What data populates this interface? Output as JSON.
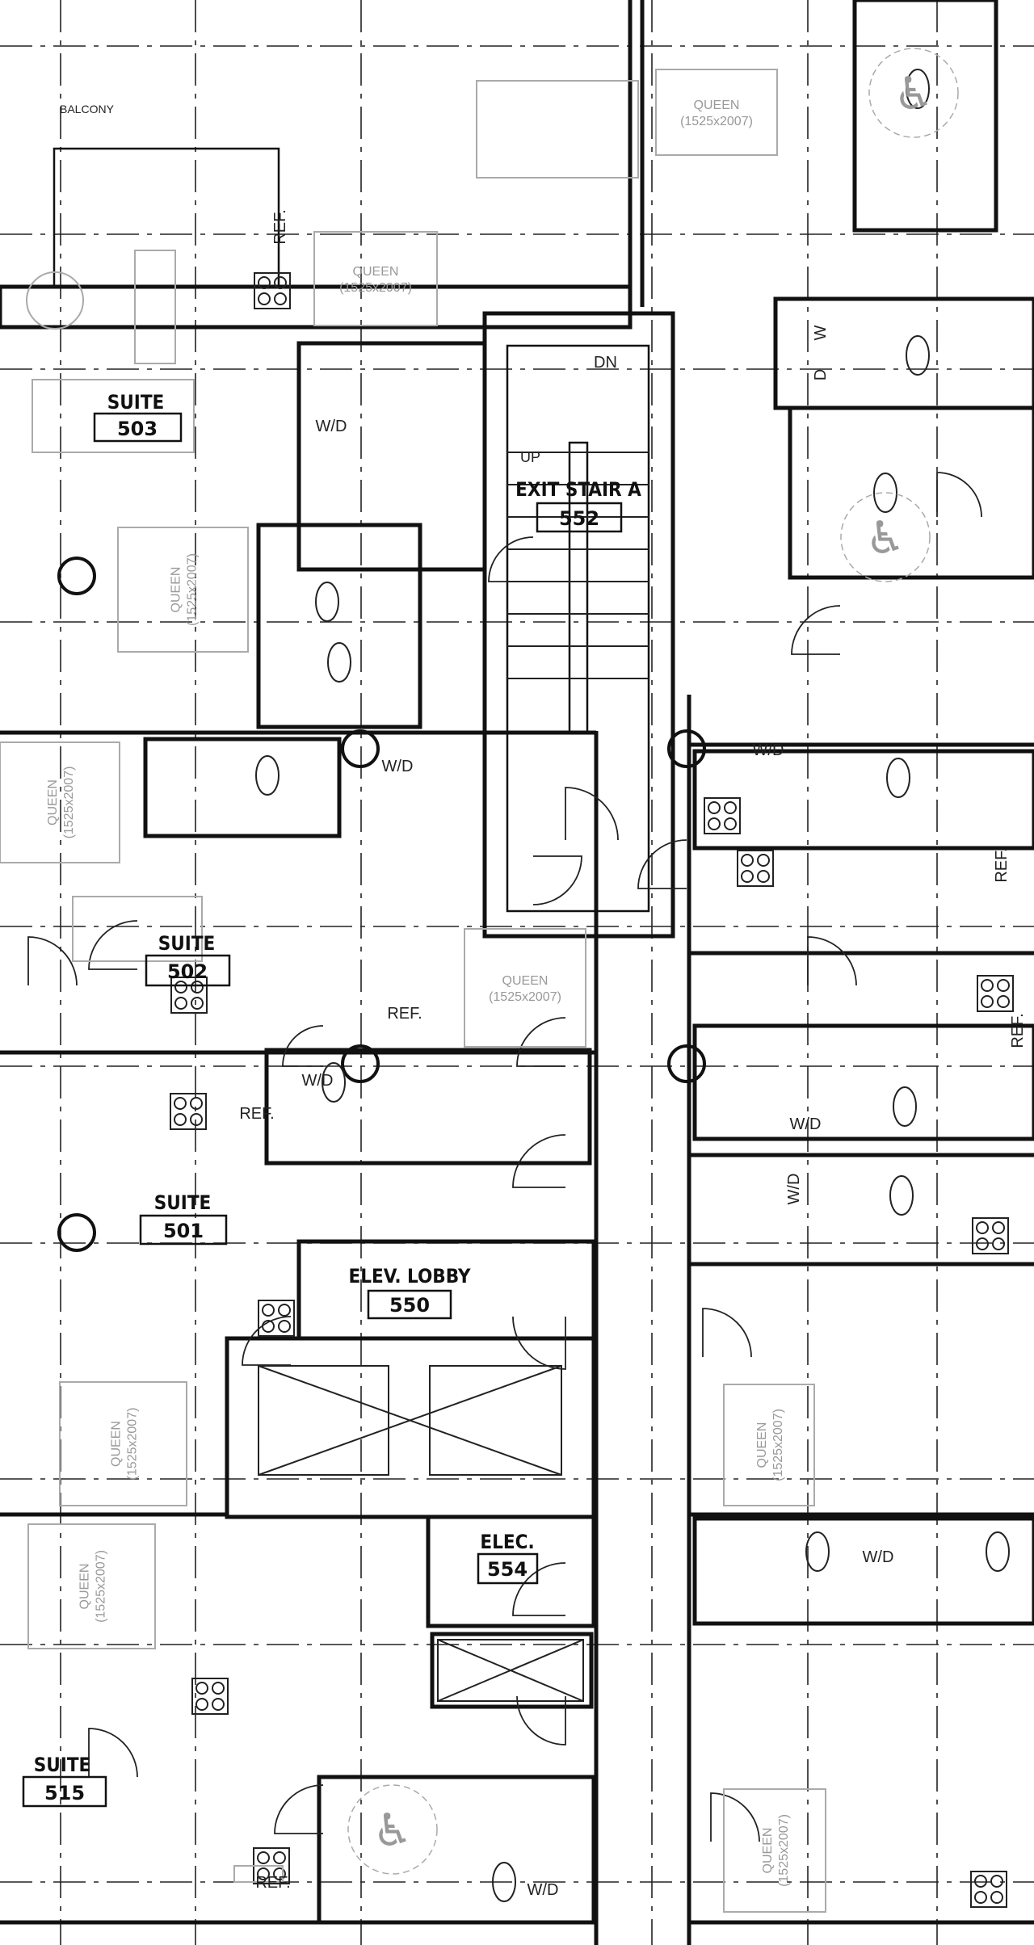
{
  "plan": {
    "balcony_label": "BALCONY",
    "rooms": [
      {
        "name": "SUITE",
        "number": "503"
      },
      {
        "name": "EXIT STAIR A",
        "number": "552"
      },
      {
        "name": "SUITE",
        "number": "502"
      },
      {
        "name": "SUITE",
        "number": "501"
      },
      {
        "name": "ELEV. LOBBY",
        "number": "550"
      },
      {
        "name": "ELEC.",
        "number": "554"
      },
      {
        "name": "SUITE",
        "number": "515"
      }
    ],
    "bed_label": "QUEEN",
    "bed_size": "(1525x2007)",
    "appliance_labels": {
      "ref": "REF.",
      "wd": "W/D",
      "washer": "W",
      "dryer": "D"
    },
    "stair_labels": {
      "down": "DN",
      "up": "UP"
    },
    "icons": {
      "accessible": "wheelchair-icon",
      "column": "column-circle-icon"
    },
    "colors": {
      "linework": "#111111",
      "furniture": "#aaaaaa"
    }
  }
}
